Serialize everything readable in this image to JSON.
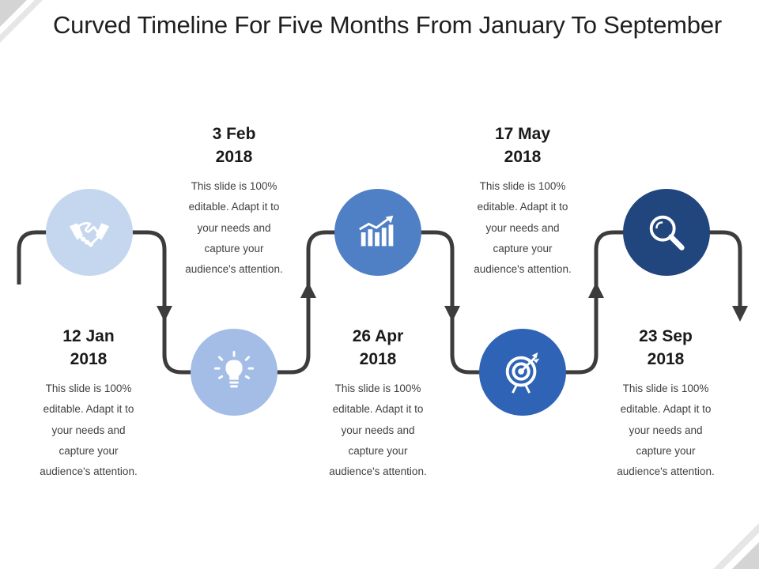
{
  "title": "Curved Timeline For Five Months From January To September",
  "milestones": [
    {
      "date": "12 Jan",
      "year": "2018",
      "icon": "handshake-icon",
      "color": "#c5d6ef",
      "desc": [
        "This slide is 100%",
        "editable. Adapt it to",
        "your needs and",
        "capture your",
        "audience's attention."
      ]
    },
    {
      "date": "3 Feb",
      "year": "2018",
      "icon": "lightbulb-icon",
      "color": "#a3bde6",
      "desc": [
        "This slide is 100%",
        "editable. Adapt it to",
        "your needs and",
        "capture your",
        "audience's attention."
      ]
    },
    {
      "date": "26 Apr",
      "year": "2018",
      "icon": "bar-chart-icon",
      "color": "#4f7fc4",
      "desc": [
        "This slide is 100%",
        "editable. Adapt it to",
        "your needs and",
        "capture your",
        "audience's attention."
      ]
    },
    {
      "date": "17 May",
      "year": "2018",
      "icon": "target-icon",
      "color": "#2f63b5",
      "desc": [
        "This slide is 100%",
        "editable. Adapt it to",
        "your needs and",
        "capture your",
        "audience's attention."
      ]
    },
    {
      "date": "23 Sep",
      "year": "2018",
      "icon": "search-icon",
      "color": "#21457d",
      "desc": [
        "This slide is 100%",
        "editable. Adapt it to",
        "your needs and",
        "capture your",
        "audience's attention."
      ]
    }
  ],
  "colors": {
    "path": "#3c3c3c",
    "corner": "#d4d4d4"
  }
}
